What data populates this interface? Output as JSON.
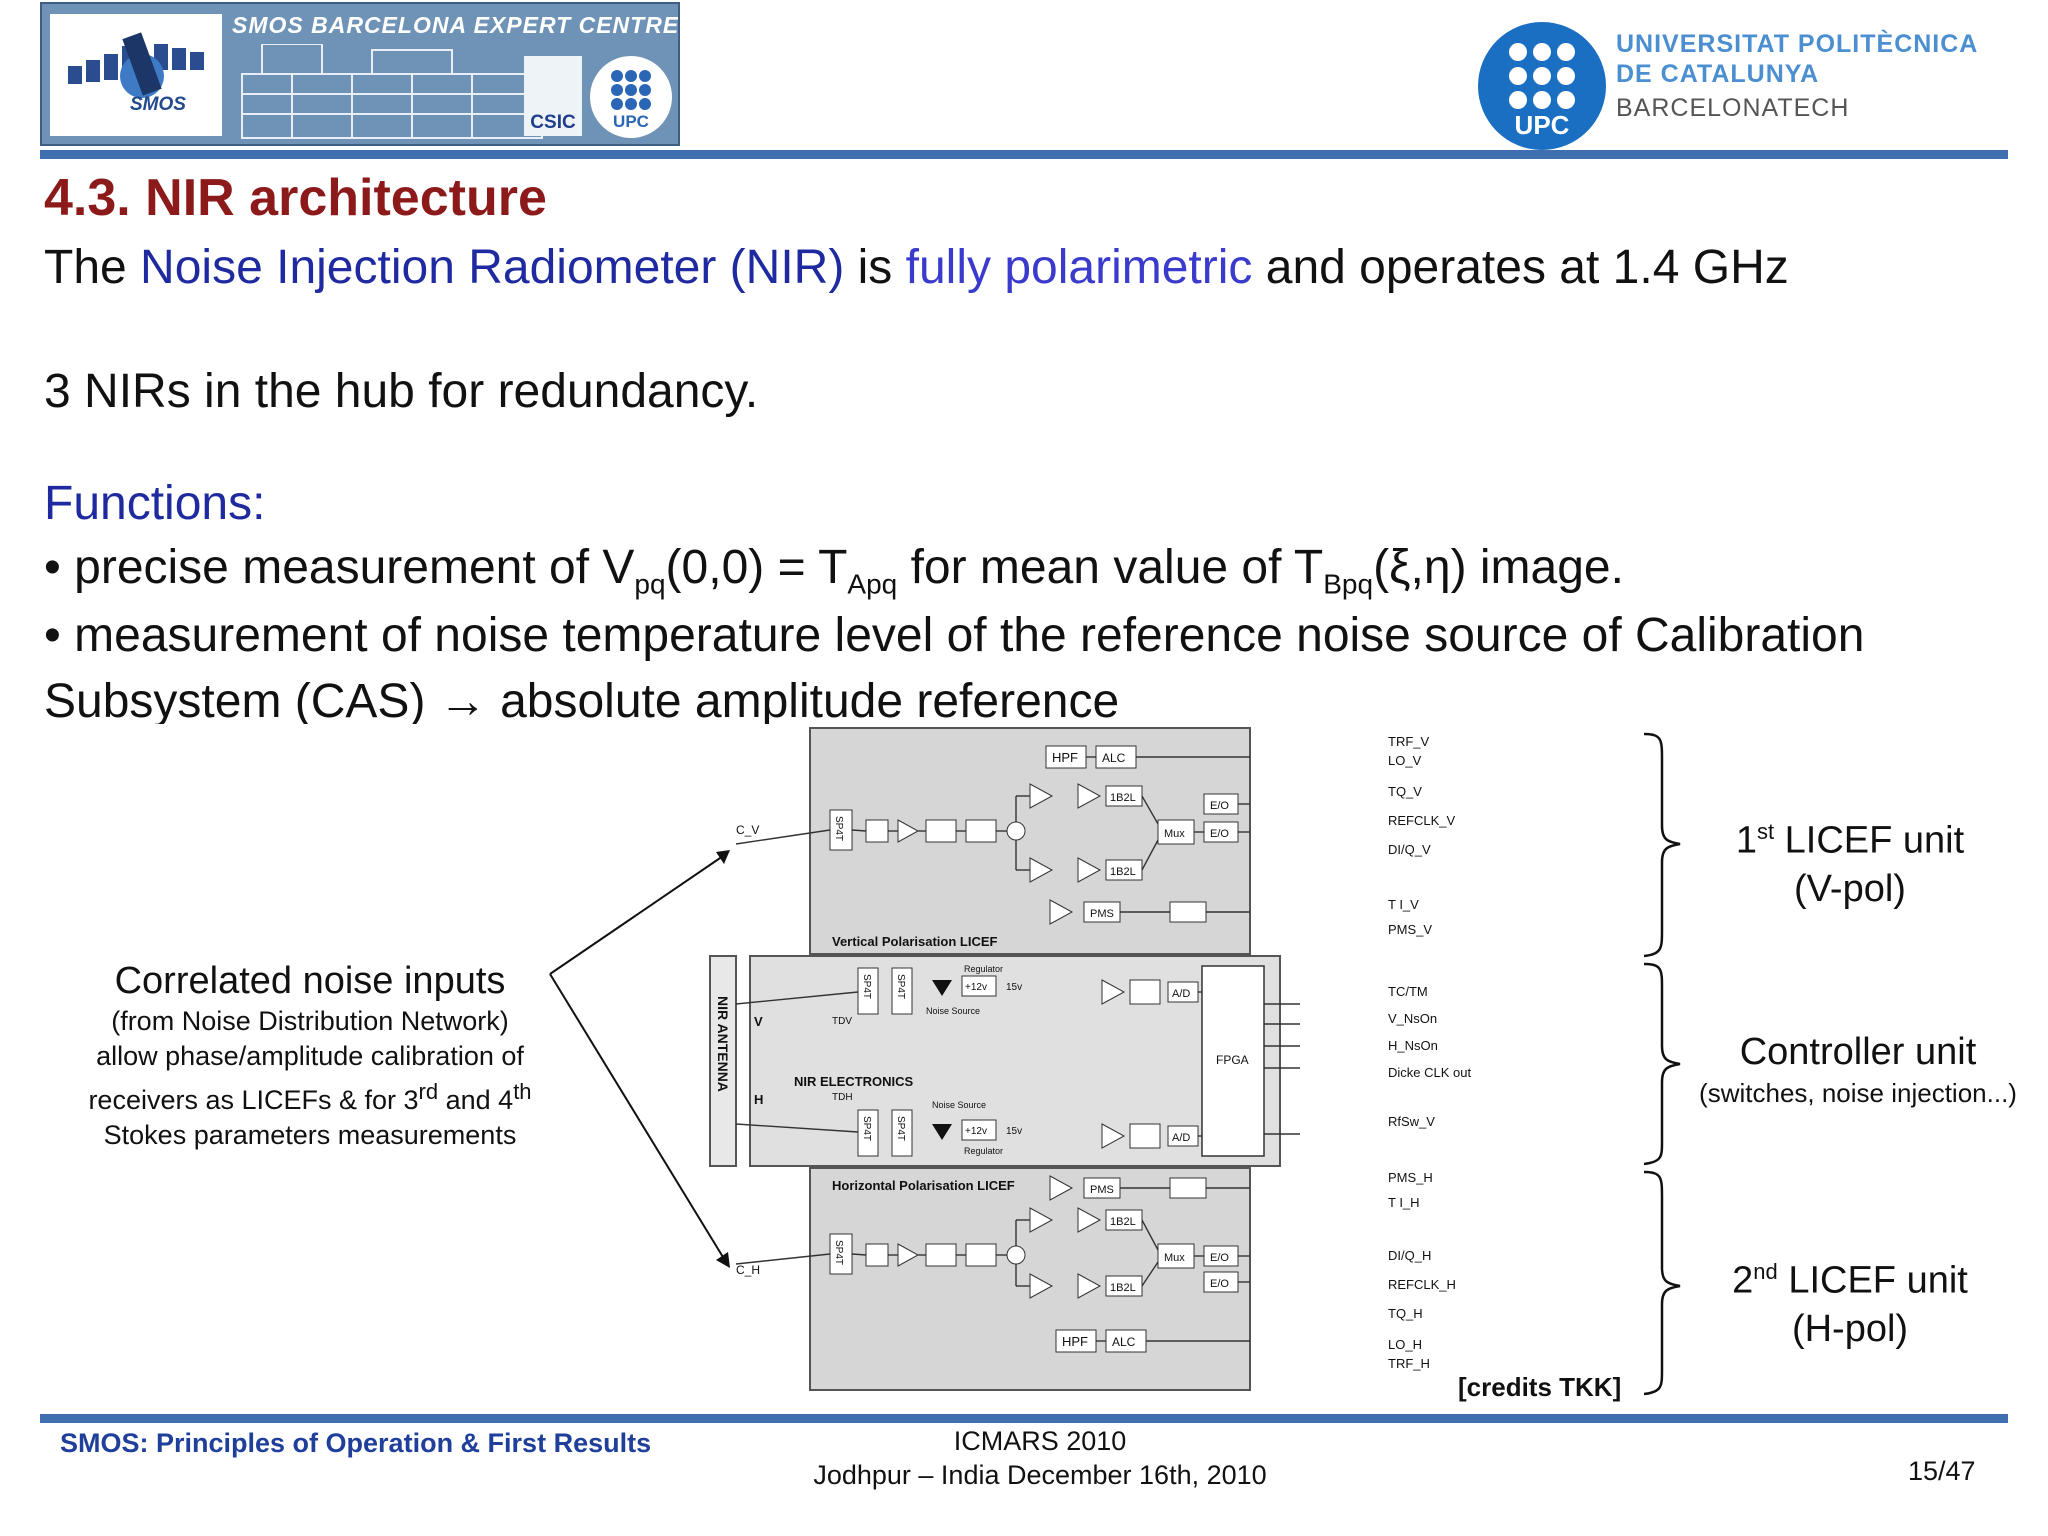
{
  "header": {
    "banner_title": "SMOS BARCELONA EXPERT CENTRE",
    "smos_logo_text": "SMOS",
    "csic_text": "CSIC",
    "upc_small_text": "UPC",
    "university_line1": "UNIVERSITAT POLITÈCNICA",
    "university_line2": "DE CATALUNYA",
    "university_line3": "BARCELONATECH",
    "upc_logo_text": "UPC"
  },
  "slide": {
    "title": "4.3.  NIR architecture",
    "line1_pre": "The ",
    "line1_nir": "Noise Injection Radiometer (NIR)",
    "line1_mid": " is ",
    "line1_pol": "fully polarimetric",
    "line1_post": " and operates at 1.4 GHz",
    "line2": "3 NIRs in the hub for redundancy.",
    "functions_heading": "Functions:",
    "bullet1_a": "• precise measurement of V",
    "bullet1_sub1": "pq",
    "bullet1_b": "(0,0) = T",
    "bullet1_sub2": "Apq",
    "bullet1_c": " for mean value of T",
    "bullet1_sub3": "Bpq",
    "bullet1_d": "(ξ,η) image.",
    "bullet2_line1": "• measurement of noise temperature level of the reference noise source of Calibration",
    "bullet2_line2": "Subsystem (CAS) → absolute amplitude reference"
  },
  "annotation": {
    "main": "Correlated noise inputs",
    "line1": "(from Noise Distribution Network)",
    "line2": "allow phase/amplitude calibration of",
    "line3_a": "receivers as LICEFs & for 3",
    "line3_sup1": "rd",
    "line3_b": " and 4",
    "line3_sup2": "th",
    "line4": "Stokes parameters measurements"
  },
  "brace_labels": {
    "licef1_num": "1",
    "licef1_sup": "st",
    "licef1_text": " LICEF unit",
    "licef1_pol": "(V-pol)",
    "controller": "Controller unit",
    "controller_sub": "(switches, noise injection...)",
    "licef2_num": "2",
    "licef2_sup": "nd",
    "licef2_text": " LICEF unit",
    "licef2_pol": "(H-pol)"
  },
  "diagram": {
    "credits": "[credits TKK]",
    "vertical_label": "Vertical Polarisation LICEF",
    "horizontal_label": "Horizontal Polarisation LICEF",
    "nir_electronics": "NIR ELECTRONICS",
    "nir_antenna": "NIR ANTENNA",
    "fpga": "FPGA",
    "hpf": "HPF",
    "alc": "ALC",
    "b1b2l": "1B2L",
    "mux": "Mux",
    "eo": "E/O",
    "pms": "PMS",
    "ad": "A/D",
    "sp4t": "SP4T",
    "regulator": "Regulator",
    "plus12v": "+12v",
    "v15": "15v",
    "noise_source": "Noise Source",
    "tdv": "TDV",
    "tdh": "TDH",
    "cv": "C_V",
    "ch": "C_H",
    "v": "V",
    "h": "H",
    "right_v": [
      "TRF_V",
      "LO_V",
      "TQ_V",
      "REFCLK_V",
      "DI/Q_V",
      "T I_V",
      "PMS_V"
    ],
    "right_mid": [
      "TC/TM",
      "V_NsOn",
      "H_NsOn",
      "Dicke CLK out",
      "RfSw_V"
    ],
    "right_h": [
      "PMS_H",
      "T I_H",
      "DI/Q_H",
      "REFCLK_H",
      "TQ_H",
      "LO_H",
      "TRF_H"
    ]
  },
  "footer": {
    "left": "SMOS: Principles of Operation & First Results",
    "center_line1": "ICMARS 2010",
    "center_line2": "Jodhpur – India December 16th, 2010",
    "page": "15/47"
  }
}
